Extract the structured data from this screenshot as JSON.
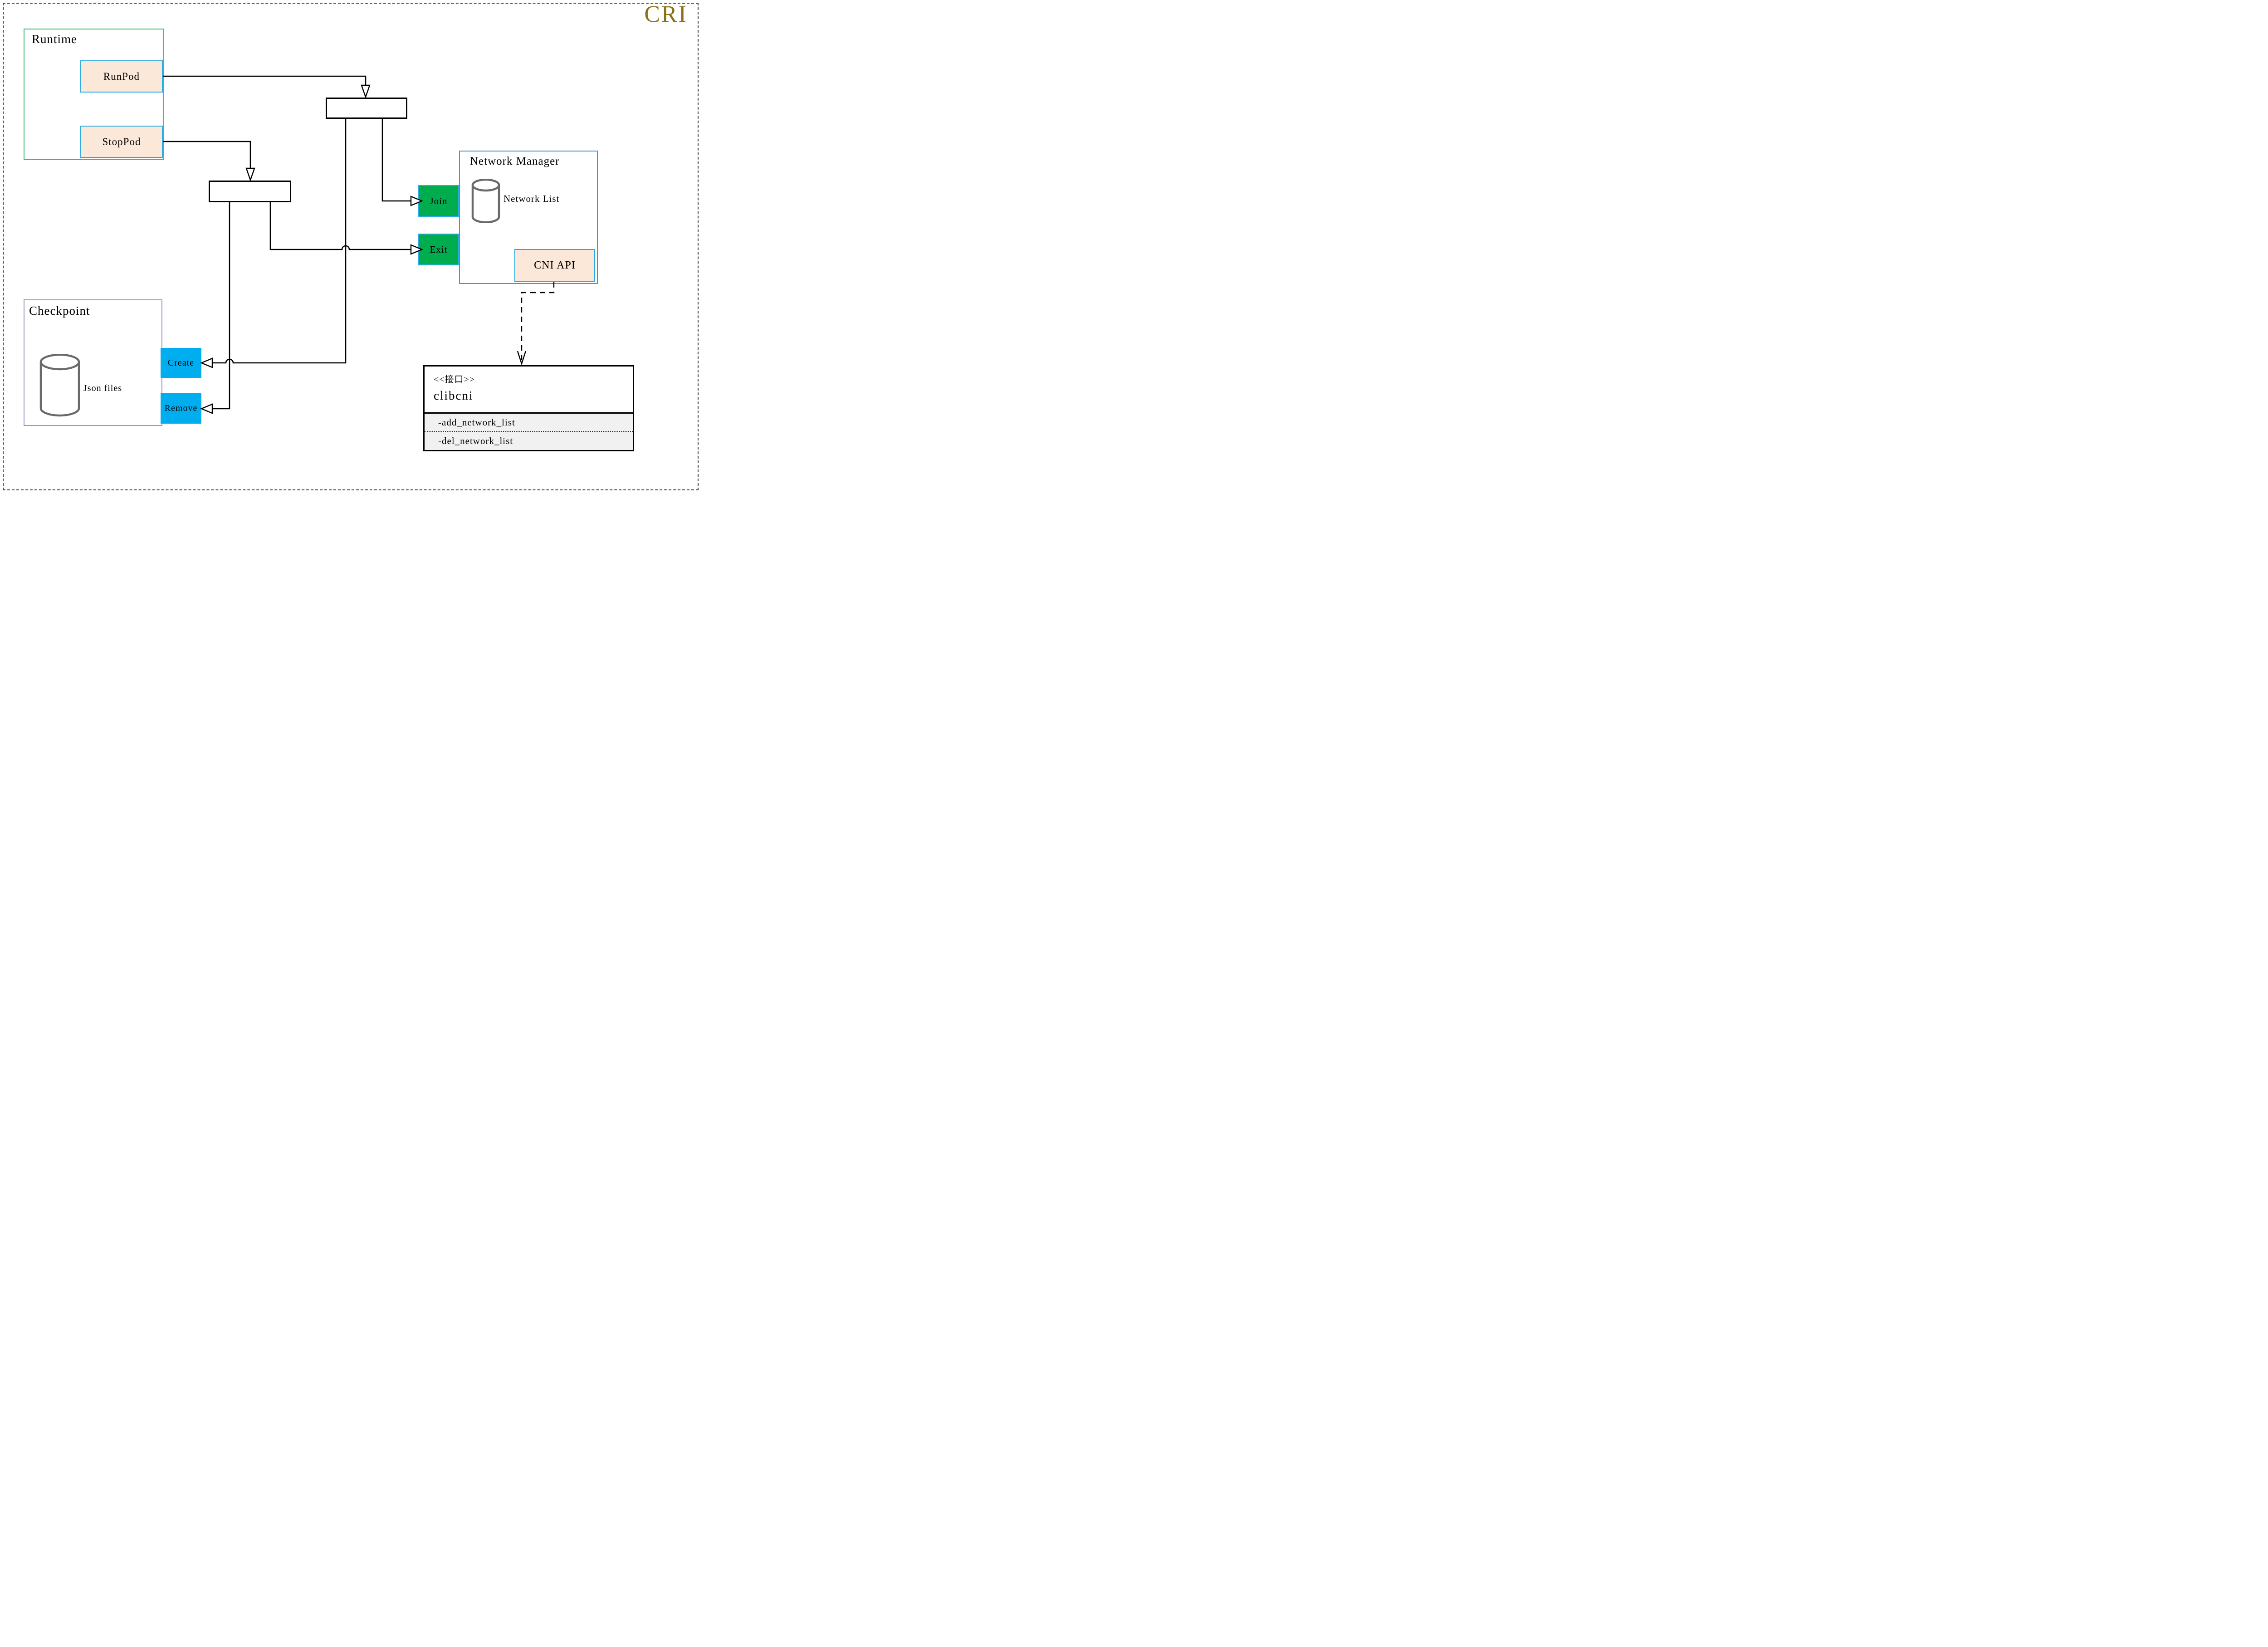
{
  "header": {
    "title": "CRI"
  },
  "runtime": {
    "label": "Runtime",
    "run_pod": "RunPod",
    "stop_pod": "StopPod"
  },
  "network_manager": {
    "label": "Network Manager",
    "network_list": "Network List",
    "join": "Join",
    "exit": "Exit",
    "cni_api": "CNI API"
  },
  "checkpoint": {
    "label": "Checkpoint",
    "json_files": "Json files",
    "create": "Create",
    "remove": "Remove"
  },
  "clibcni": {
    "stereotype": "<<接口>>",
    "name": "clibcni",
    "methods": [
      "-add_network_list",
      "-del_network_list"
    ]
  },
  "colors": {
    "cri_gold": "#8e7014",
    "runtime_border_green": "#3cb878",
    "checkpoint_border_purple": "#a391c4",
    "network_manager_border_blue": "#4a90d2",
    "node_border_light_blue": "#29abe2",
    "peach_fill": "#fce8d8",
    "green_fill": "#00ad4e",
    "cyan_fill": "#00aeef",
    "cylinder_stroke_gray": "#6a6a6a",
    "uml_methods_bg": "#f1f1f1"
  }
}
